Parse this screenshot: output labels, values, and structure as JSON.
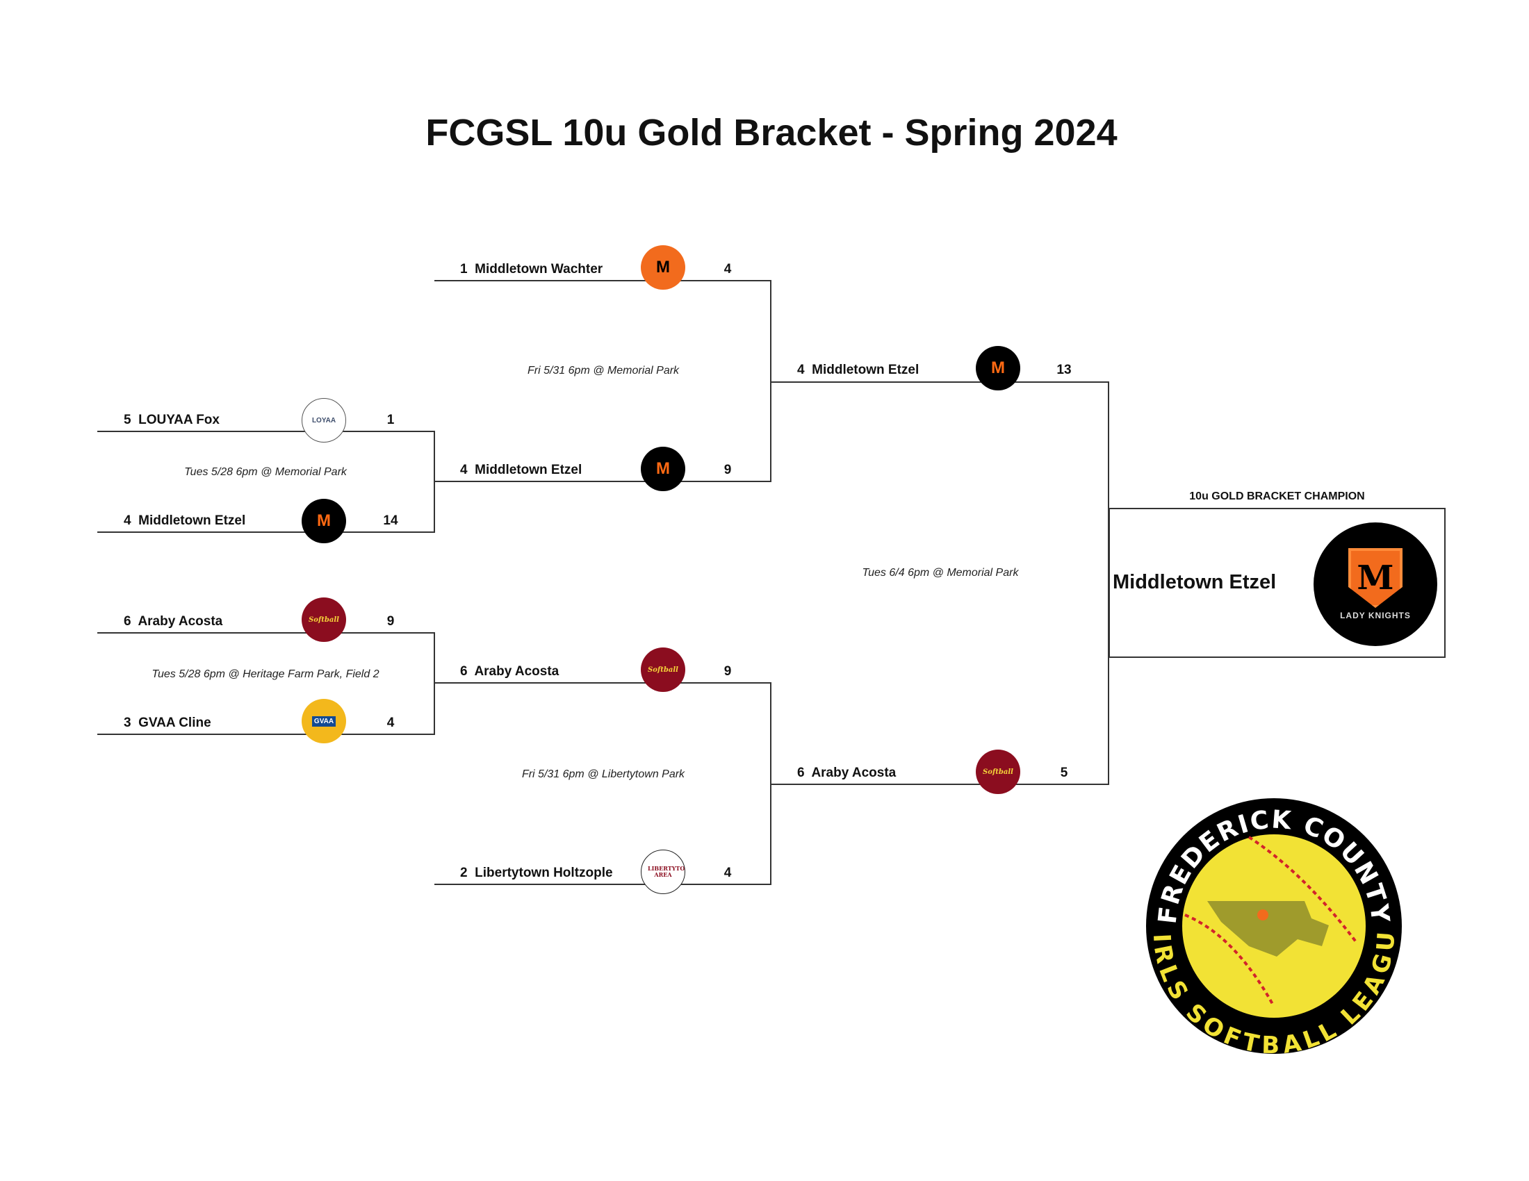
{
  "title": "FCGSL 10u Gold Bracket - Spring 2024",
  "round1": {
    "games": [
      {
        "note": "Tues 5/28 6pm @ Memorial Park",
        "top": {
          "seed": "5",
          "team": "LOUYAA Fox",
          "score": "1",
          "logo": "louyaa-logo",
          "logo_text": "LOYAA"
        },
        "bottom": {
          "seed": "4",
          "team": "Middletown Etzel",
          "score": "14",
          "logo": "lady-knights-logo",
          "logo_text": "M"
        }
      },
      {
        "note": "Tues 5/28 6pm @ Heritage Farm Park, Field 2",
        "top": {
          "seed": "6",
          "team": "Araby Acosta",
          "score": "9",
          "logo": "heritage-softball-logo",
          "logo_text": "Softball"
        },
        "bottom": {
          "seed": "3",
          "team": "GVAA Cline",
          "score": "4",
          "logo": "gvaa-logo",
          "logo_text": "GVAA"
        }
      }
    ]
  },
  "round2": {
    "games": [
      {
        "note": "Fri 5/31 6pm @ Memorial Park",
        "top": {
          "seed": "1",
          "team": "Middletown Wachter",
          "score": "4",
          "logo": "lady-knights-orange-logo",
          "logo_text": "M"
        },
        "bottom": {
          "seed": "4",
          "team": "Middletown Etzel",
          "score": "9",
          "logo": "lady-knights-logo",
          "logo_text": "M"
        }
      },
      {
        "note": "Fri 5/31 6pm @ Libertytown Park",
        "top": {
          "seed": "6",
          "team": "Araby Acosta",
          "score": "9",
          "logo": "heritage-softball-logo",
          "logo_text": "Softball"
        },
        "bottom": {
          "seed": "2",
          "team": "Libertytown Holtzople",
          "score": "4",
          "logo": "libertytown-logo",
          "logo_text": "LIBERTYTOWN AREA"
        }
      }
    ]
  },
  "final": {
    "note": "Tues 6/4 6pm @ Memorial Park",
    "top": {
      "seed": "4",
      "team": "Middletown Etzel",
      "score": "13",
      "logo": "lady-knights-logo",
      "logo_text": "M"
    },
    "bottom": {
      "seed": "6",
      "team": "Araby Acosta",
      "score": "5",
      "logo": "heritage-softball-logo",
      "logo_text": "Softball"
    }
  },
  "champion": {
    "label": "10u GOLD BRACKET CHAMPION",
    "team": "Middletown Etzel",
    "logo_letter": "M",
    "logo_text": "LADY KNIGHTS"
  },
  "league_logo": {
    "top_text": "FREDERICK COUNTY",
    "bottom_text": "GIRLS SOFTBALL LEAGUE"
  },
  "colors": {
    "ball_yellow": "#f2e235",
    "stitch_red": "#d2232a",
    "knights_orange": "#f26b1d",
    "araby_maroon": "#8b0d1f",
    "gvaa_blue": "#124a94"
  }
}
